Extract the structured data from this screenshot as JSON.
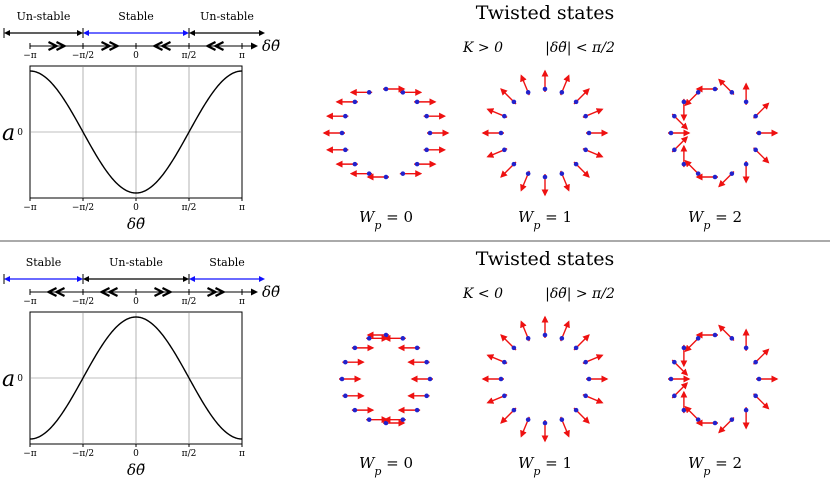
{
  "panels": [
    {
      "title": "Twisted states",
      "condition_K": "K > 0",
      "condition_delta": "|δθ̃| < π/2",
      "regions": [
        {
          "label": "Un-stable",
          "color": "#000000"
        },
        {
          "label": "Stable",
          "color": "#1010ff"
        },
        {
          "label": "Un-stable",
          "color": "#000000"
        }
      ],
      "flow_tick_labels": [
        "−π",
        "−π/2",
        "0",
        "π/2",
        "π"
      ],
      "flow_axis_label": "δθ̃",
      "ylabel": "a",
      "y_tick_label": "0",
      "x_tick_labels": [
        "−π",
        "−π/2",
        "0",
        "π/2",
        "π"
      ],
      "xlabel": "δθ̃",
      "curve_sign": 1,
      "winding_labels": [
        "W_p = 0",
        "W_p = 1",
        "W_p = 2"
      ],
      "windings": [
        0,
        1,
        2
      ],
      "arrow_sign": 1
    },
    {
      "title": "Twisted states",
      "condition_K": "K < 0",
      "condition_delta": "|δθ̃| > π/2",
      "regions": [
        {
          "label": "Stable",
          "color": "#1010ff"
        },
        {
          "label": "Un-stable",
          "color": "#000000"
        },
        {
          "label": "Stable",
          "color": "#1010ff"
        }
      ],
      "flow_tick_labels": [
        "−π",
        "−π/2",
        "0",
        "π/2",
        "π"
      ],
      "flow_axis_label": "δθ̃",
      "ylabel": "a",
      "y_tick_label": "0",
      "x_tick_labels": [
        "−π",
        "−π/2",
        "0",
        "π/2",
        "π"
      ],
      "xlabel": "δθ̃",
      "curve_sign": -1,
      "winding_labels": [
        "W_p = 0",
        "W_p = 1",
        "W_p = 2"
      ],
      "windings": [
        0,
        1,
        2
      ],
      "arrow_sign": -1
    }
  ],
  "colors": {
    "arrow": "#ee1111",
    "dot": "#2222cc",
    "stable": "#1010ff",
    "curve": "#000000",
    "grid": "#808080"
  },
  "num_oscillators": 16
}
